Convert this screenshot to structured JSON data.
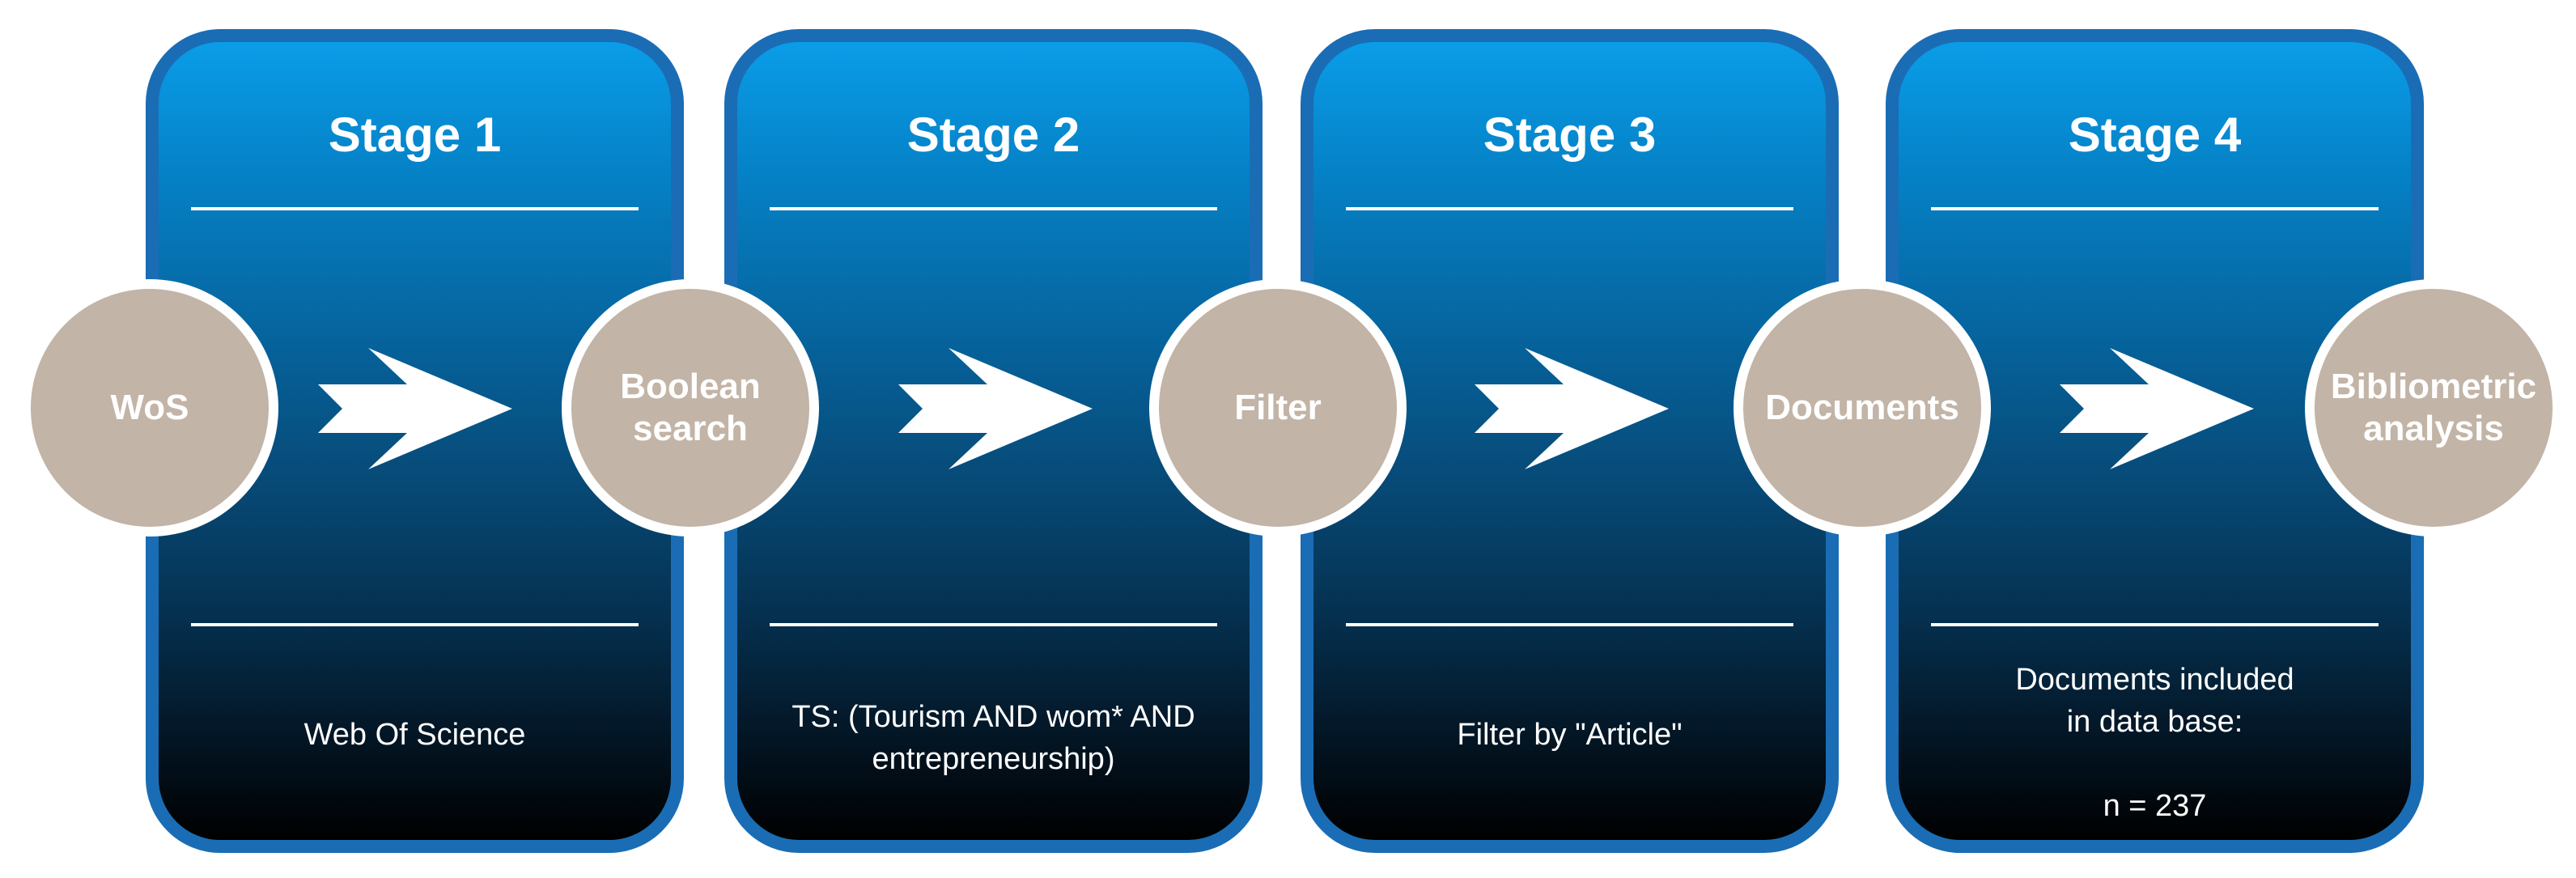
{
  "stages": [
    {
      "title": "Stage 1",
      "text_lines": [
        "Web Of Science"
      ]
    },
    {
      "title": "Stage 2",
      "text_lines": [
        "TS: (Tourism AND wom* AND",
        "entrepreneurship)"
      ]
    },
    {
      "title": "Stage 3",
      "text_lines": [
        "Filter by \"Article\""
      ]
    },
    {
      "title": "Stage 4",
      "text_lines": [
        "Documents included",
        "in data base:",
        "",
        "n = 237"
      ]
    }
  ],
  "nodes": [
    {
      "lines": [
        "WoS"
      ]
    },
    {
      "lines": [
        "Boolean",
        "search"
      ]
    },
    {
      "lines": [
        "Filter"
      ]
    },
    {
      "lines": [
        "Documents"
      ]
    },
    {
      "lines": [
        "Bibliometric",
        "analysis"
      ]
    }
  ],
  "colors": {
    "panel_border": "#1a6db4",
    "panel_top": "#0a9de8",
    "panel_bottom": "#000000",
    "node_fill": "#c2b4a6",
    "node_border": "#ffffff",
    "arrow": "#ffffff"
  },
  "icons": {
    "flow_arrow": "right-arrow-icon"
  }
}
